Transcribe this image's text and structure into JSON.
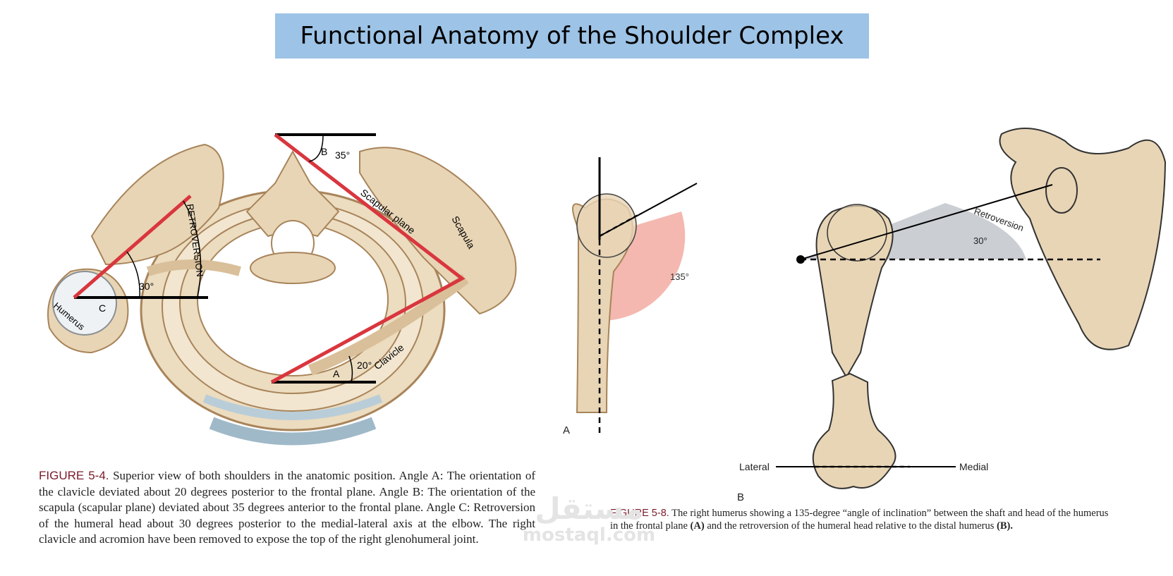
{
  "slide": {
    "title": "Functional Anatomy of the Shoulder Complex"
  },
  "figure1": {
    "labels": {
      "retroversion": "RETROVERSION",
      "scapular_plane": "Scapular plane",
      "scapula": "Scapula",
      "humerus": "Humerus",
      "clavicle": "Clavicle",
      "angle_a": "A",
      "angle_a_value": "20°",
      "angle_b": "B",
      "angle_b_value": "35°",
      "angle_c": "C",
      "angle_c_value": "30°"
    },
    "caption_label": "FIGURE 5-4.",
    "caption_text": "Superior view of both shoulders in the anatomic position. Angle A: The orientation of the clavicle deviated about 20 degrees posterior to the frontal plane. Angle B: The orientation of the scapula (scapular plane) deviated about 35 degrees anterior to the frontal plane. Angle C: Retroversion of the humeral head about 30 degrees posterior to the medial-lateral axis at the elbow. The right clavicle and acromion have been removed to expose the top of the right glenohumeral joint."
  },
  "figure2": {
    "labels": {
      "angle_135": "135°",
      "panel_a": "A",
      "panel_b": "B",
      "retroversion": "Retroversion",
      "retro_value": "30°",
      "lateral": "Lateral",
      "medial": "Medial"
    },
    "caption_label": "FIGURE 5-8.",
    "caption_text_1": "The right humerus showing a 135-degree “angle of inclination” between the shaft and head of the humerus in the frontal plane",
    "caption_bold_a": "(A)",
    "caption_text_2": "and the retroversion of the humeral head relative to the distal humerus",
    "caption_bold_b": "(B)."
  },
  "watermark": {
    "arabic": "مستقل",
    "latin": "mostaql.com"
  },
  "colors": {
    "title_bg": "#9dc3e6",
    "bone": "#e8d5b5",
    "bone_shade": "#a8845a",
    "red_line": "#d9363e",
    "arc_fill": "#f4b8b0",
    "retro_fill": "#c5c9ce",
    "caption_label": "#7a1b2a"
  }
}
